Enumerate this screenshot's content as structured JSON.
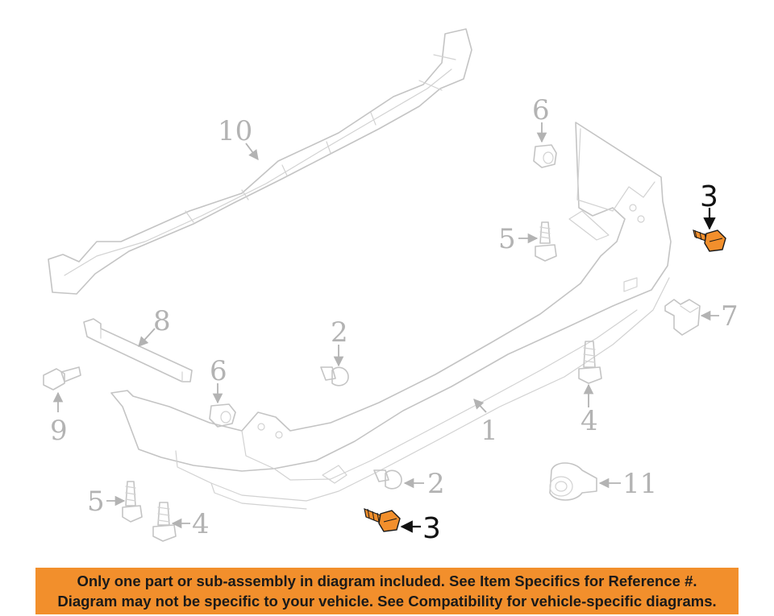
{
  "callouts": {
    "c1": "1",
    "c2a": "2",
    "c2b": "2",
    "c3a": "3",
    "c3b": "3",
    "c4a": "4",
    "c4b": "4",
    "c5a": "5",
    "c5b": "5",
    "c6a": "6",
    "c6b": "6",
    "c7": "7",
    "c8": "8",
    "c9": "9",
    "c10": "10",
    "c11": "11"
  },
  "highlight_color": "#f28f2c",
  "disclaimer": {
    "line1": "Only one part or sub-assembly in diagram included. See Item Specifics for Reference #.",
    "line2": "Diagram may not be specific to your vehicle. See Compatibility for vehicle-specific diagrams."
  }
}
